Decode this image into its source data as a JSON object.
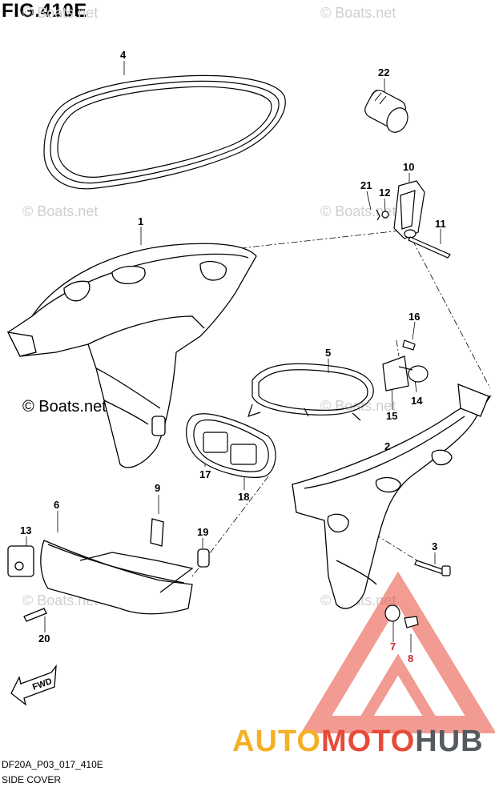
{
  "figure": {
    "title": "FIG.410E",
    "drawing_code": "DF20A_P03_017_410E",
    "caption": "SIDE COVER"
  },
  "watermarks": {
    "light": "© Boats.net",
    "dark": "© Boats.net"
  },
  "brand": {
    "part1": "AUTO",
    "part2": "MOTO",
    "part3": "HUB",
    "colors": {
      "auto": "#f5b027",
      "moto": "#e84a3a",
      "hub": "#555a60"
    }
  },
  "fwd_label": "FWD",
  "callouts": {
    "c1": "1",
    "c2": "2",
    "c3": "3",
    "c4": "4",
    "c5": "5",
    "c6": "6",
    "c7": "7",
    "c8": "8",
    "c9": "9",
    "c10": "10",
    "c11": "11",
    "c12": "12",
    "c13": "13",
    "c14": "14",
    "c15": "15",
    "c16": "16",
    "c17": "17",
    "c18": "18",
    "c19": "19",
    "c20": "20",
    "c21": "21",
    "c22": "22"
  },
  "highlight_callout_color": "#d0202a"
}
